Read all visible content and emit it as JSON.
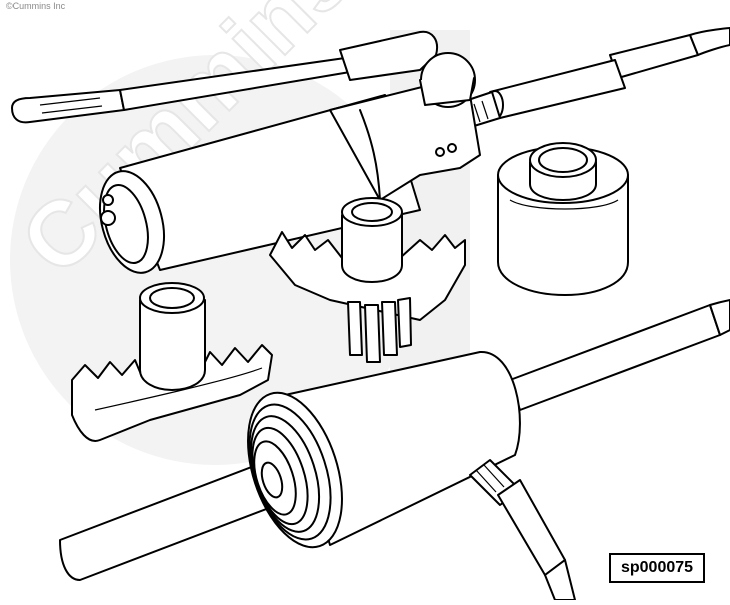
{
  "copyright": "©Cummins Inc",
  "watermark": {
    "text": "Cummins",
    "registered_mark": "®",
    "color": "#eeeeee"
  },
  "figure_id": "sp000075",
  "colors": {
    "line": "#000000",
    "background": "#ffffff"
  }
}
